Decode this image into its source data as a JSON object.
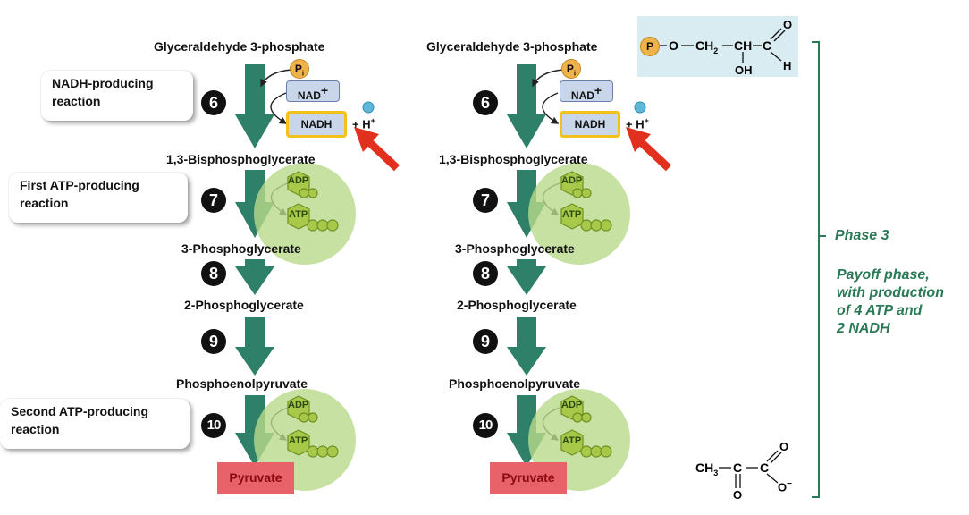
{
  "callouts": {
    "nadh": [
      "NADH-producing",
      "reaction"
    ],
    "first_atp": [
      "First ATP-producing",
      "reaction"
    ],
    "second_atp": [
      "Second ATP-producing",
      "reaction"
    ]
  },
  "metabolites": {
    "g3p": "Glyceraldehyde 3-phosphate",
    "bpg": "1,3-Bisphosphoglycerate",
    "pg3": "3-Phosphoglycerate",
    "pg2": "2-Phosphoglycerate",
    "pep": "Phosphoenolpyruvate",
    "pyruvate": "Pyruvate"
  },
  "steps": {
    "s6": "6",
    "s7": "7",
    "s8": "8",
    "s9": "9",
    "s10": "10"
  },
  "cofactors": {
    "pi": "P",
    "pi_sub": "i",
    "nad": "NAD",
    "nad_sup": "+",
    "nadh": "NADH",
    "plus_h": "+ H",
    "h_sup": "+",
    "adp": "ADP",
    "atp": "ATP"
  },
  "structures": {
    "g3p_formula": {
      "p": "P",
      "o": "O",
      "ch2": "CH",
      "ch2_sub": "2",
      "ch": "CH",
      "c": "C",
      "oh": "OH",
      "h": "H",
      "o_top": "O"
    },
    "pyruvate_formula": {
      "ch3": "CH",
      "ch3_sub": "3",
      "c1": "C",
      "c2": "C",
      "o_top": "O",
      "o_bottom": "O",
      "o_minus": "O",
      "minus": "−"
    }
  },
  "phase": {
    "label": "Phase 3",
    "description": [
      "Payoff phase,",
      "with production",
      "of 4 ATP and",
      "2 NADH"
    ]
  },
  "colors": {
    "arrow_green": "#2f8068",
    "red_arrow": "#e2301e",
    "pyruvate_fill": "#e8626a",
    "atp_circle": "#b8d98a",
    "phase_green": "#2a7a55",
    "structure_bg": "#d9ecf2"
  }
}
